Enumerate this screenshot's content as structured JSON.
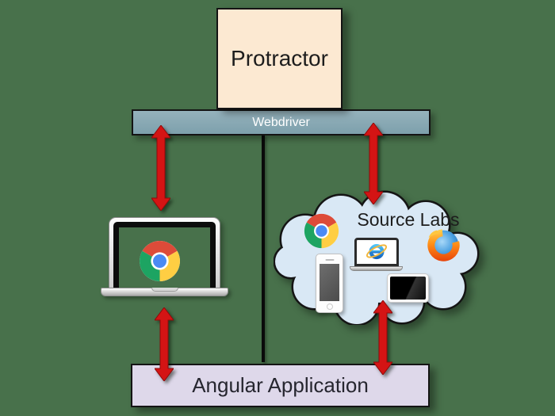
{
  "diagram": {
    "title": "Protractor end-to-end testing architecture",
    "nodes": {
      "protractor": {
        "label": "Protractor",
        "fill": "#fce9d2",
        "text_color": "#1d1d1d"
      },
      "webdriver": {
        "label": "Webdriver",
        "fill": "#88aab5",
        "text_color": "#ffffff"
      },
      "cloud": {
        "label": "Source Labs",
        "fill": "#d9e8f5",
        "text_color": "#1d1d1d"
      },
      "angular": {
        "label": "Angular Application",
        "fill": "#ded8ea",
        "text_color": "#26262f"
      }
    },
    "icons": [
      {
        "name": "laptop-icon",
        "location": "left side, below Webdriver"
      },
      {
        "name": "chrome-icon",
        "location": "left laptop screen"
      },
      {
        "name": "chrome-icon",
        "location": "cloud"
      },
      {
        "name": "firefox-icon",
        "location": "cloud"
      },
      {
        "name": "laptop-icon",
        "location": "cloud"
      },
      {
        "name": "internet-explorer-icon",
        "location": "cloud laptop screen"
      },
      {
        "name": "smartphone-icon",
        "location": "cloud"
      },
      {
        "name": "tablet-icon",
        "location": "cloud"
      }
    ],
    "connectors": {
      "arrow_style": "double-headed vertical",
      "arrow_color": "#d41414",
      "arrows": [
        {
          "from": "Webdriver",
          "to": "Chrome laptop"
        },
        {
          "from": "Chrome laptop",
          "to": "Angular Application"
        },
        {
          "from": "Webdriver",
          "to": "Source Labs cloud"
        },
        {
          "from": "Source Labs cloud",
          "to": "Angular Application"
        }
      ],
      "center_line": {
        "from": "Webdriver",
        "to": "Angular Application",
        "color": "#0a0a0a"
      }
    },
    "colors": {
      "background": "#48714b",
      "protractor_fill": "#fce9d2",
      "webdriver_fill": "#88aab5",
      "angular_fill": "#ded8ea",
      "cloud_fill": "#d9e8f5",
      "arrow_red": "#d41414",
      "line_black": "#0a0a0a"
    }
  }
}
